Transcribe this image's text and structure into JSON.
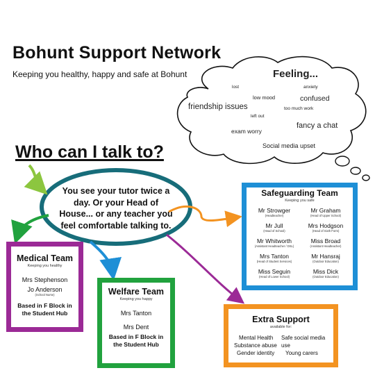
{
  "header": {
    "title": "Bohunt Support Network",
    "subtitle": "Keeping you healthy, happy and safe at Bohunt"
  },
  "cloud": {
    "title": "Feeling...",
    "words": [
      "lost",
      "anxiety",
      "low mood",
      "confused",
      "friendship issues",
      "too much work",
      "left out",
      "fancy a chat",
      "exam worry",
      "Social media upset"
    ]
  },
  "who": {
    "heading": "Who can I talk to?"
  },
  "tutor": {
    "text": "You see your tutor twice a day. Or your Head of House... or any teacher you feel comfortable talking to."
  },
  "medical": {
    "title": "Medical Team",
    "tagline": "Keeping you healthy",
    "people": [
      {
        "name": "Mrs Stephenson",
        "role": ""
      },
      {
        "name": "Jo Anderson",
        "role": "(School Nurse)"
      }
    ],
    "location": "Based in F Block in the Student Hub"
  },
  "welfare": {
    "title": "Welfare Team",
    "tagline": "Keeping you happy",
    "people": [
      {
        "name": "Mrs Tanton"
      },
      {
        "name": "Mrs Dent"
      }
    ],
    "location": "Based in F Block in the Student Hub"
  },
  "safeguarding": {
    "title": "Safeguarding Team",
    "tagline": "Keeping you safe",
    "left": [
      {
        "name": "Mr Strowger",
        "role": "(Headteacher)"
      },
      {
        "name": "Mr Jull",
        "role": "(Head of School)"
      },
      {
        "name": "Mr Whitworth",
        "role": "(Assistant Headteacher / DSL)"
      },
      {
        "name": "Mrs Tanton",
        "role": "(Head of Student Services)"
      },
      {
        "name": "Miss Seguin",
        "role": "(Head of Lower School)"
      }
    ],
    "right": [
      {
        "name": "Mr Graham",
        "role": "(Head of Upper School)"
      },
      {
        "name": "Mrs Hodgson",
        "role": "(Head of Sixth Form)"
      },
      {
        "name": "Miss Broad",
        "role": "(Assistant Headteacher)"
      },
      {
        "name": "Mr Hansraj",
        "role": "(Outdoor Education)"
      },
      {
        "name": "Miss Dick",
        "role": "(Outdoor Education)"
      }
    ]
  },
  "extra": {
    "title": "Extra Support",
    "tagline": "available for:",
    "items": [
      "Mental Health",
      "Safe social media use",
      "Substance abuse",
      "Young carers",
      "Gender identity"
    ]
  },
  "colors": {
    "medical": "#9b2a96",
    "welfare": "#21a23e",
    "safeguarding": "#1e8fd6",
    "extra": "#f39321",
    "tutor_ellipse": "#176d7a",
    "arrow_lime": "#8cc63f"
  }
}
